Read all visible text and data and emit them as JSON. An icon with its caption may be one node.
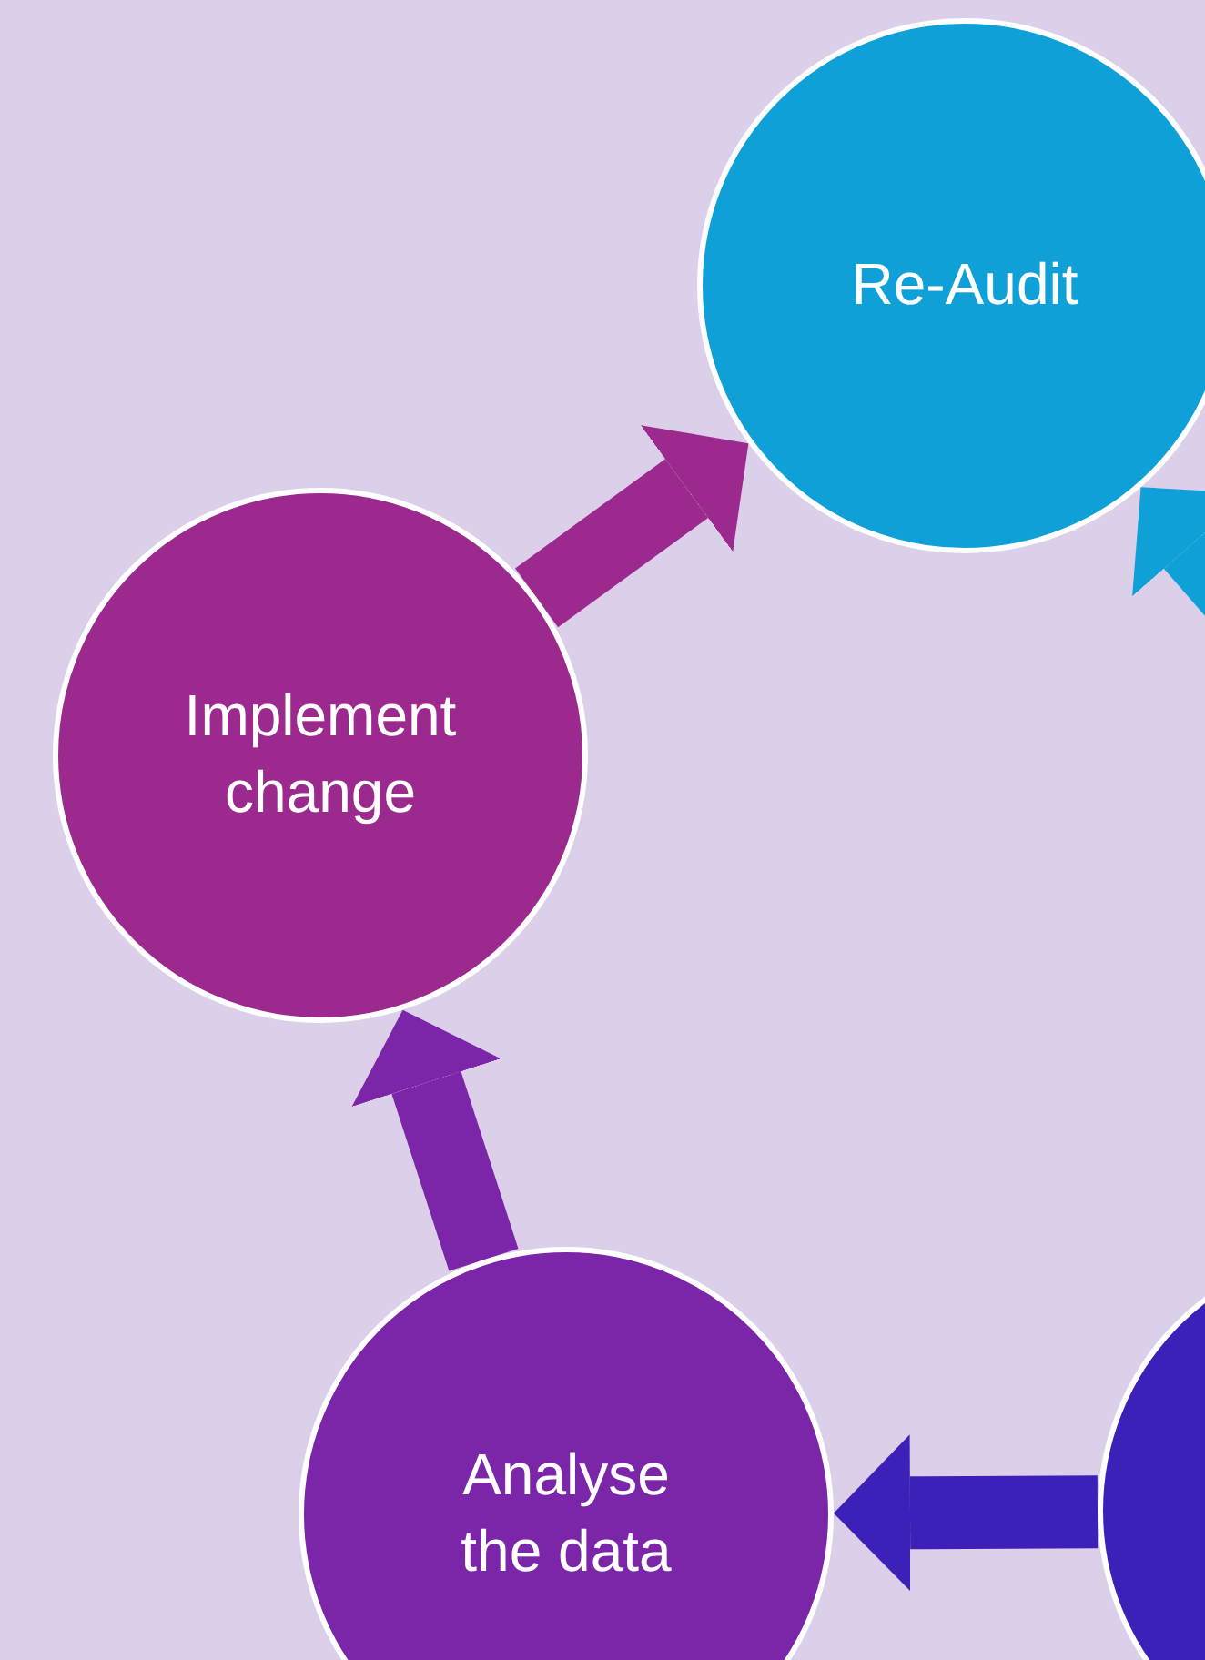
{
  "diagram": {
    "nodes": [
      {
        "text": [
          "Re-Audit"
        ]
      },
      {
        "text": [
          "Implement change"
        ]
      },
      {
        "text": [
          "Analyse the data"
        ]
      },
      {
        "text": [],
        "shape": "circle"
      }
    ],
    "edges": [
      {
        "from": 3,
        "to": 2,
        "arrow": "to",
        "color": "#3c20b8"
      },
      {
        "from": 2,
        "to": 1,
        "arrow": "to",
        "color": "#7b26a8"
      },
      {
        "from": 1,
        "to": 0,
        "arrow": "to",
        "color": "#9c2a8e"
      },
      {
        "from": null,
        "to": 0,
        "arrow": "to",
        "color": "#10a0d8"
      }
    ]
  }
}
